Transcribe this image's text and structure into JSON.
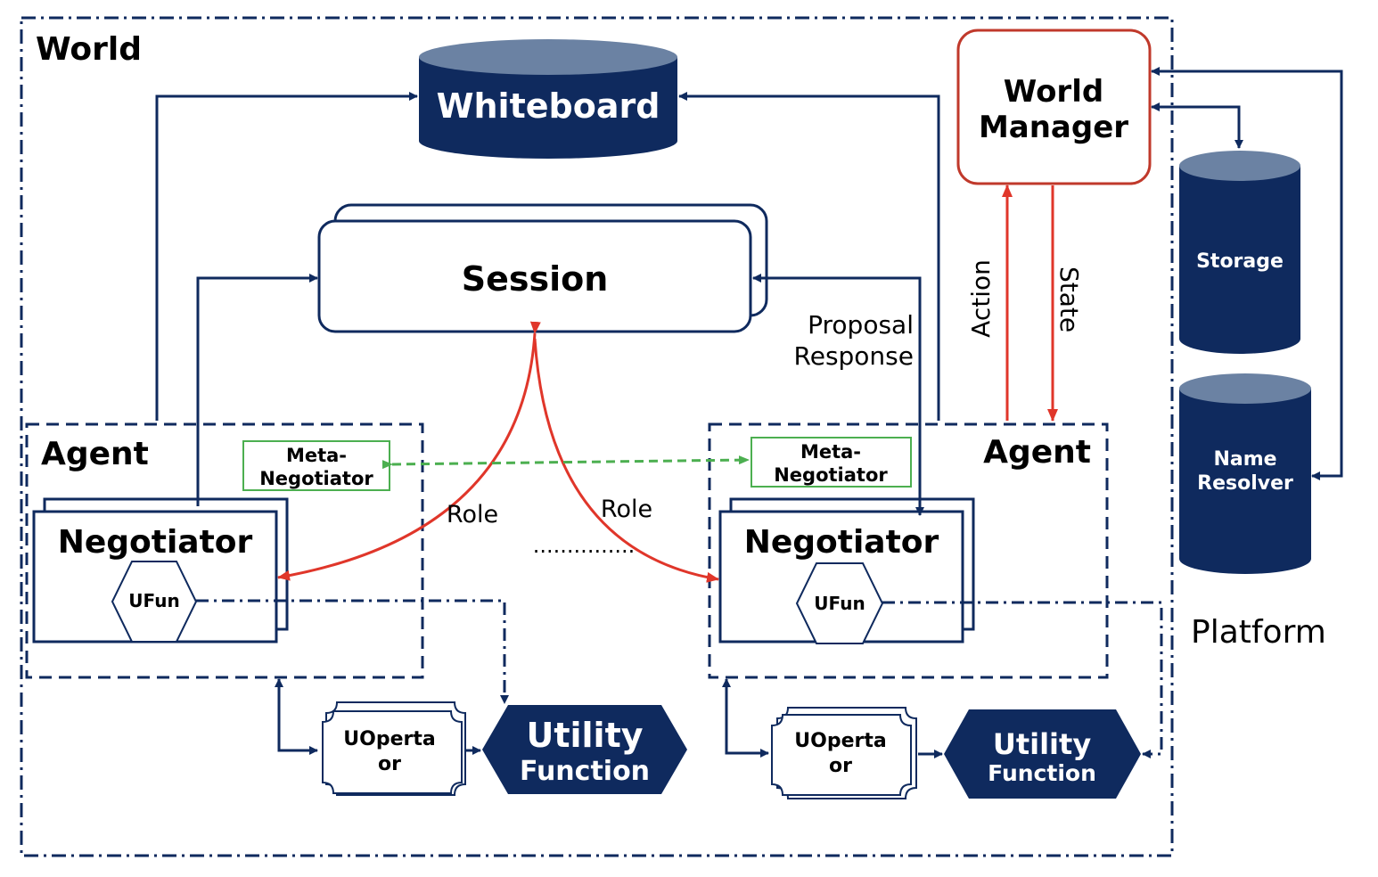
{
  "world": {
    "label": "World"
  },
  "platform": {
    "label": "Platform"
  },
  "whiteboard": {
    "label": "Whiteboard"
  },
  "world_manager": {
    "line1": "World",
    "line2": "Manager"
  },
  "storage": {
    "label": "Storage"
  },
  "name_resolver": {
    "line1": "Name",
    "line2": "Resolver"
  },
  "session": {
    "label": "Session"
  },
  "edges": {
    "proposal": "Proposal",
    "response": "Response",
    "action": "Action",
    "state": "State",
    "role_left": "Role",
    "role_right": "Role",
    "ellipsis": "..............."
  },
  "agent_left": {
    "label": "Agent",
    "meta_line1": "Meta-",
    "meta_line2": "Negotiator",
    "negotiator": "Negotiator",
    "ufun": "UFun",
    "uoperator_line1": "UOperta",
    "uoperator_line2": "or",
    "utility_line1": "Utility",
    "utility_line2": "Function"
  },
  "agent_right": {
    "label": "Agent",
    "meta_line1": "Meta-",
    "meta_line2": "Negotiator",
    "negotiator": "Negotiator",
    "ufun": "UFun",
    "uoperator_line1": "UOperta",
    "uoperator_line2": "or",
    "utility_line1": "Utility",
    "utility_line2": "Function"
  },
  "colors": {
    "navy": "#0f2a5e",
    "cylinder_top": "#6b82a3",
    "red": "#e0362a",
    "manager_border": "#c0392b",
    "green": "#4caf50"
  }
}
